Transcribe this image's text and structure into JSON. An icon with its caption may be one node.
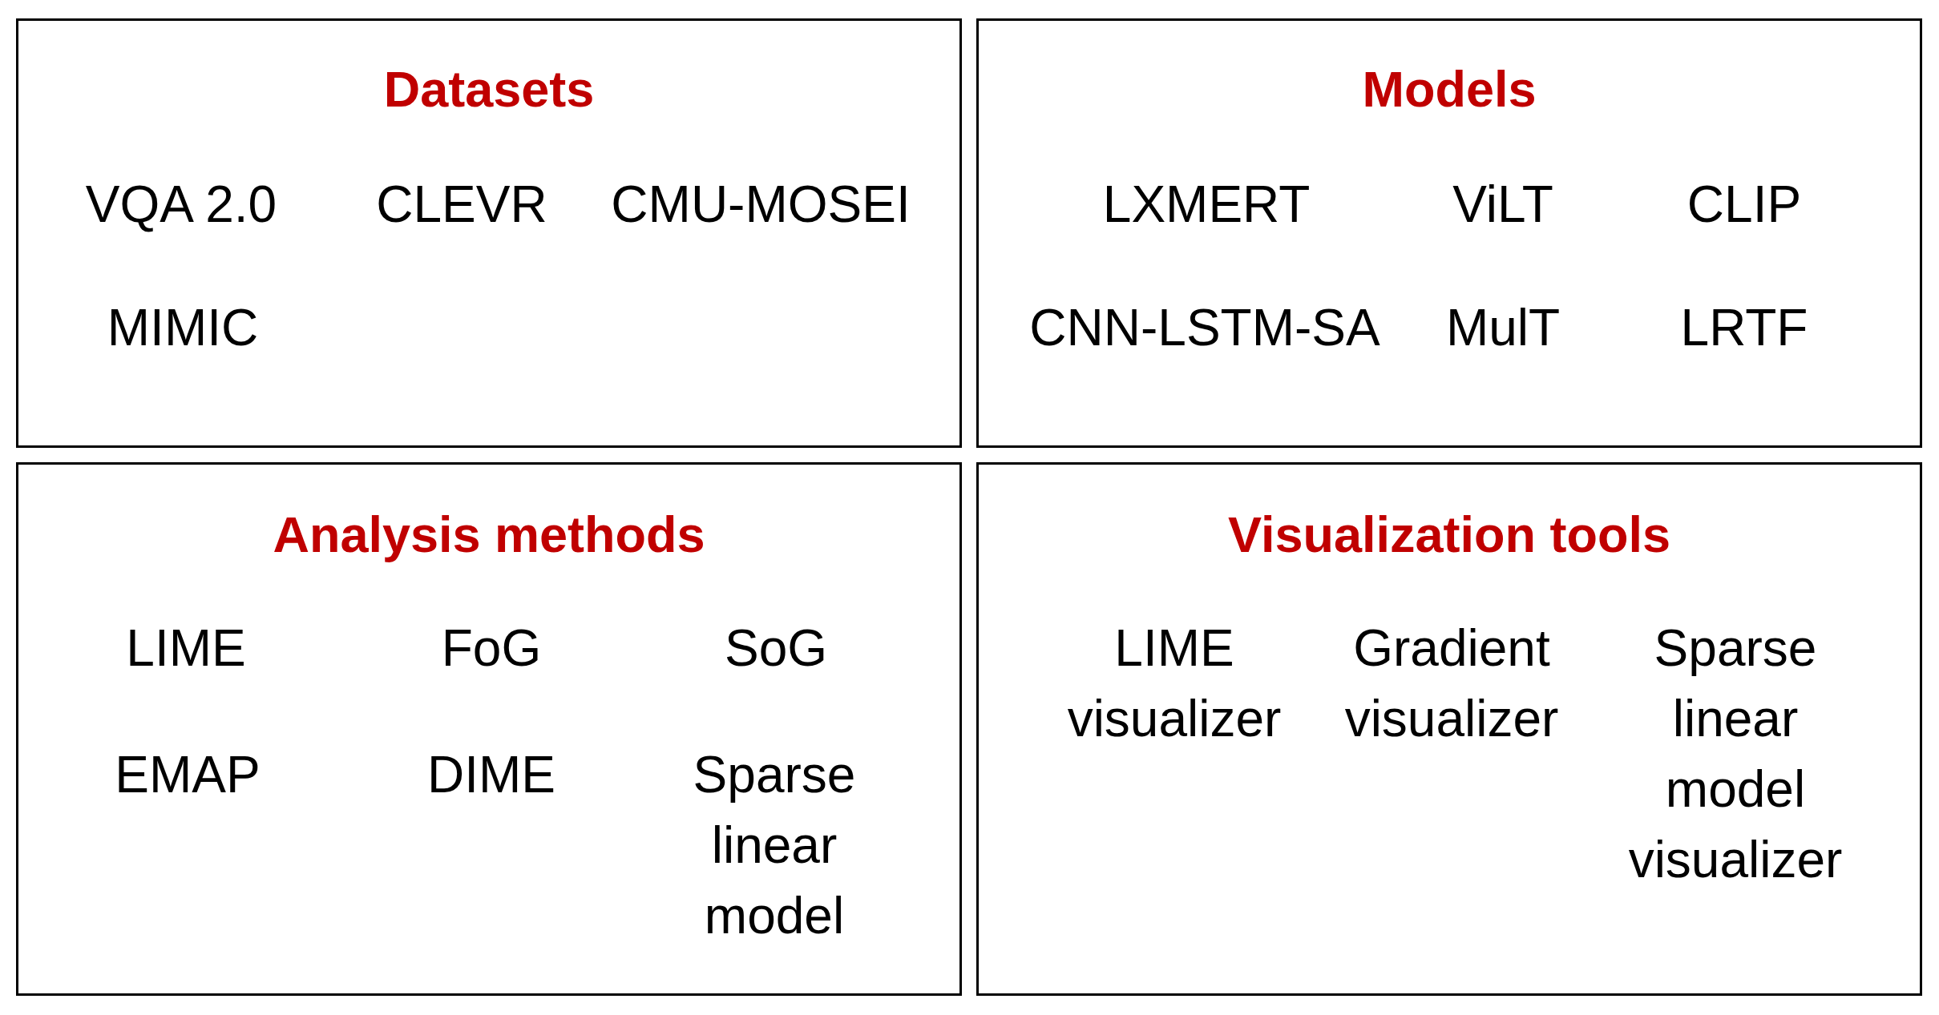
{
  "diagram": {
    "nodes": [
      {
        "text": [
          "Datasets",
          "VQA 2.0",
          "CLEVR",
          "CMU-MOSEI",
          "MIMIC"
        ]
      },
      {
        "text": [
          "Models",
          "LXMERT",
          "ViLT",
          "CLIP",
          "CNN-LSTM-SA",
          "MulT",
          "LRTF"
        ]
      },
      {
        "text": [
          "Analysis methods",
          "LIME",
          "FoG",
          "SoG",
          "EMAP",
          "DIME",
          "Sparse linear model"
        ]
      },
      {
        "text": [
          "Visualization tools",
          "LIME visualizer",
          "Gradient visualizer",
          "Sparse linear model visualizer"
        ]
      }
    ]
  }
}
